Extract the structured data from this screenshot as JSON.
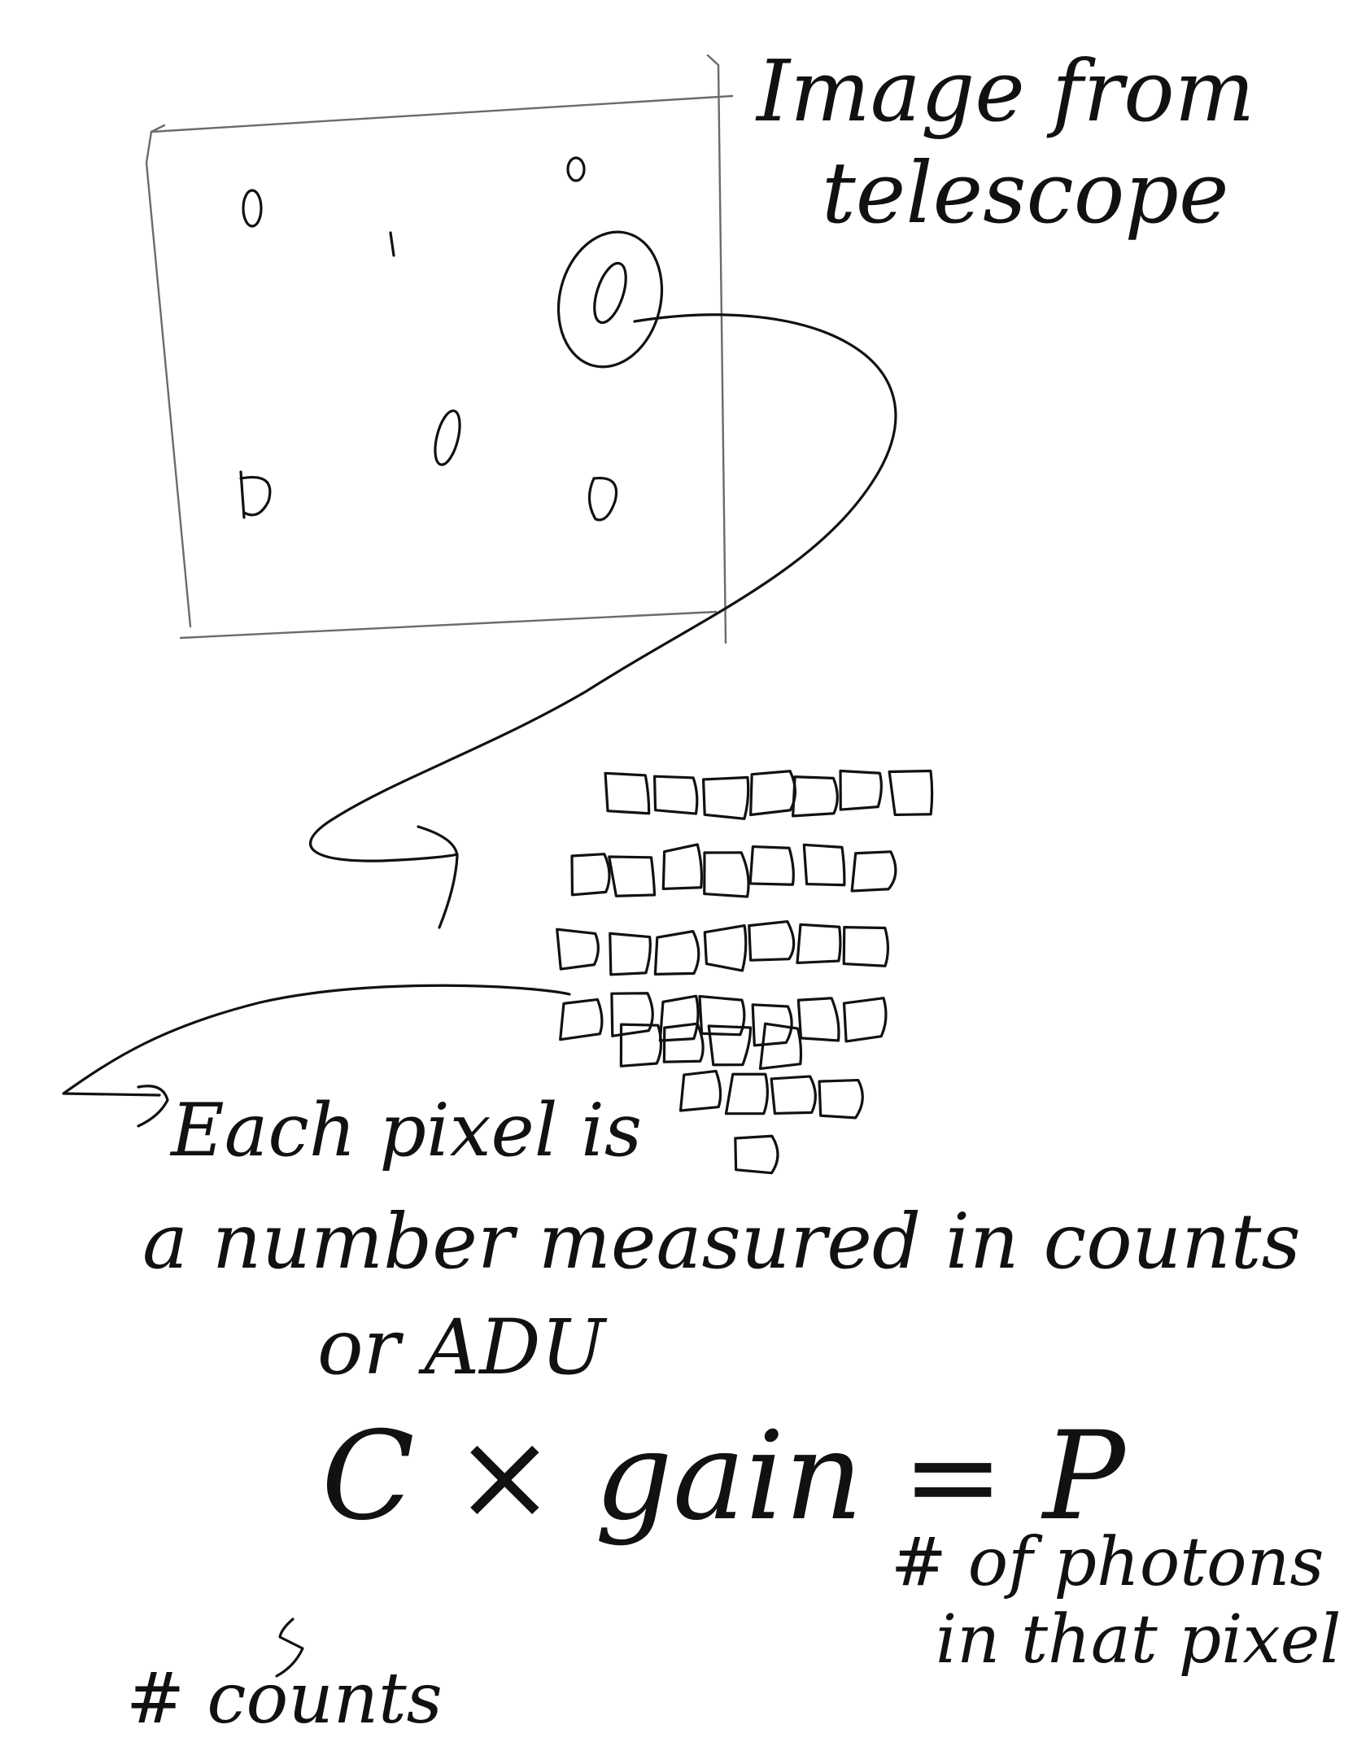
{
  "annotations": {
    "image_title_line1": "Image from",
    "image_title_line2": "telescope",
    "each_pixel": "Each pixel is",
    "number_measured": "a number measured in counts",
    "or_adu": "or ADU",
    "equation": "C × gain = P",
    "photons_line1": "# of photons",
    "photons_line2": "in that pixel",
    "counts_label": "# counts"
  },
  "colors": {
    "ink": "#111111",
    "frame": "#6b6b6b",
    "background": "#ffffff"
  },
  "pixel_grid_rows": [
    7,
    7,
    7,
    7,
    4,
    4,
    1
  ]
}
